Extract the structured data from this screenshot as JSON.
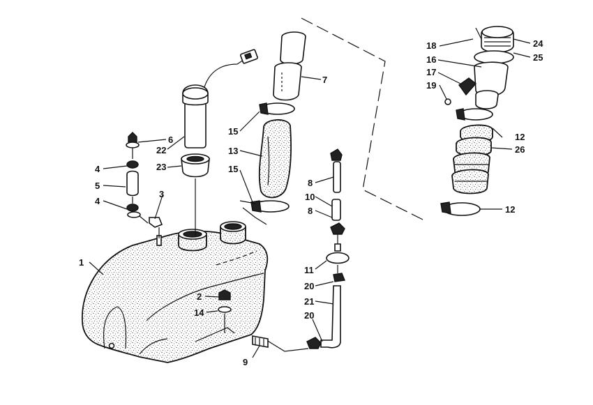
{
  "labels": {
    "l1": "1",
    "l2": "2",
    "l3": "3",
    "l4a": "4",
    "l4b": "4",
    "l5": "5",
    "l6": "6",
    "l7": "7",
    "l8a": "8",
    "l8b": "8",
    "l9": "9",
    "l10": "10",
    "l11": "11",
    "l12a": "12",
    "l12b": "12",
    "l13": "13",
    "l14": "14",
    "l15a": "15",
    "l15b": "15",
    "l16": "16",
    "l17": "17",
    "l18": "18",
    "l19": "19",
    "l20a": "20",
    "l20b": "20",
    "l21": "21",
    "l22": "22",
    "l23": "23",
    "l24": "24",
    "l25": "25",
    "l26": "26"
  }
}
